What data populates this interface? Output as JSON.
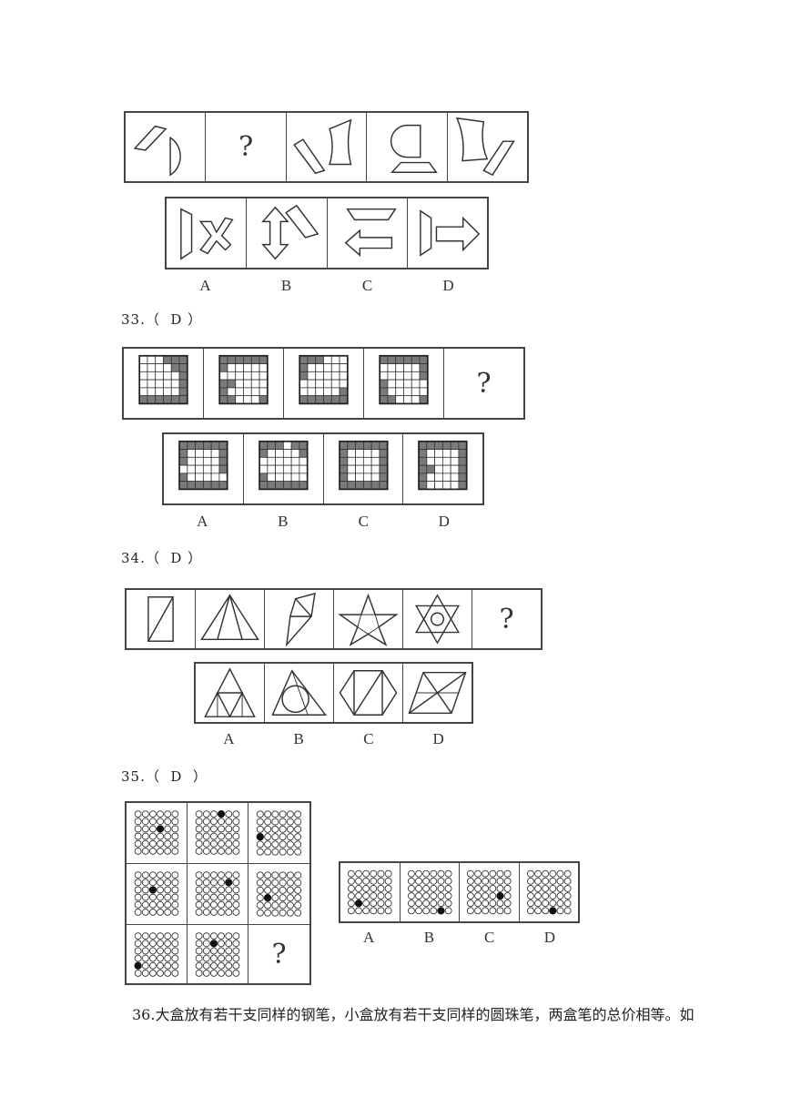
{
  "q32": {
    "question_mark": "?",
    "option_labels": [
      "A",
      "B",
      "C",
      "D"
    ]
  },
  "q33": {
    "number": "33.（",
    "answer": "D",
    "close": "）",
    "question_mark": "?",
    "option_labels": [
      "A",
      "B",
      "C",
      "D"
    ]
  },
  "q34": {
    "number": "34.（",
    "answer": "D",
    "close": "）",
    "question_mark": "?",
    "option_labels": [
      "A",
      "B",
      "C",
      "D"
    ]
  },
  "q35": {
    "number": "35.（",
    "answer": "D",
    "close": "）",
    "question_mark": "?",
    "option_labels": [
      "A",
      "B",
      "C",
      "D"
    ]
  },
  "q36": {
    "text": "36.大盒放有若干支同样的钢笔，小盒放有若干支同样的圆珠笔，两盒笔的总价相等。如"
  }
}
